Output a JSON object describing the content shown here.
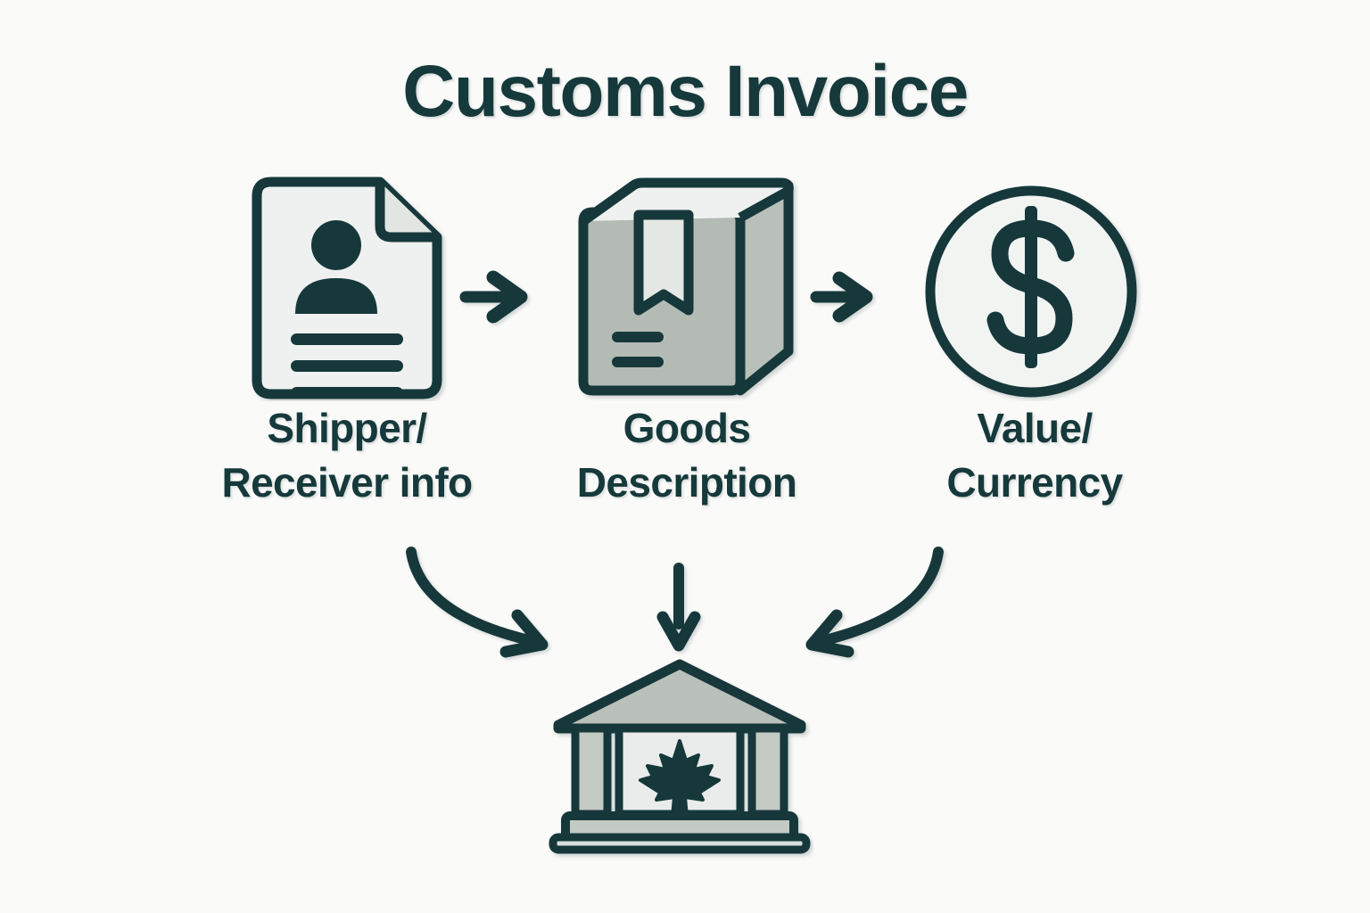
{
  "title": "Customs Invoice",
  "theme": {
    "background": "#fafaf9",
    "stroke": "#16393b",
    "text": "#16393b",
    "fill_light": "#eef1ef",
    "fill_mid": "#b3bbb4",
    "fill_pale": "#d7dcd7"
  },
  "nodes": [
    {
      "id": "shipper-receiver",
      "icon": "document-person-icon",
      "label": "Shipper/\nReceiver info"
    },
    {
      "id": "goods-description",
      "icon": "package-box-icon",
      "label": "Goods\nDescription"
    },
    {
      "id": "value-currency",
      "icon": "dollar-coin-icon",
      "label": "Value/\nCurrency"
    }
  ],
  "connectors": [
    {
      "id": "arrow-doc-to-box",
      "kind": "straight-right",
      "icon": "arrow-right-icon"
    },
    {
      "id": "arrow-box-to-coin",
      "kind": "straight-right",
      "icon": "arrow-right-icon"
    },
    {
      "id": "arrow-shipper-to-customs",
      "kind": "curve-down-right",
      "icon": "curved-arrow-down-right-icon"
    },
    {
      "id": "arrow-goods-to-customs",
      "kind": "straight-down",
      "icon": "arrow-down-icon"
    },
    {
      "id": "arrow-value-to-customs",
      "kind": "curve-down-left",
      "icon": "curved-arrow-down-left-icon"
    }
  ],
  "destination": {
    "id": "customs-authority",
    "icon": "government-building-maple-leaf-icon",
    "label": ""
  }
}
